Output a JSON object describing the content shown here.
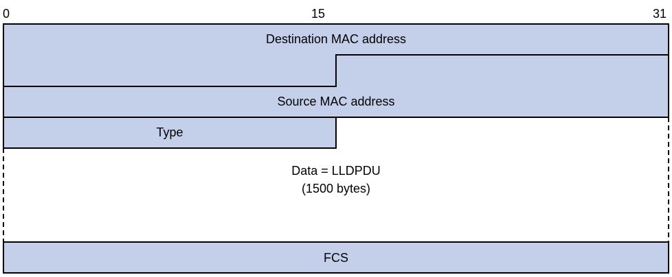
{
  "colors": {
    "field_fill": "#c4d0ea",
    "line": "#000000",
    "background": "#ffffff"
  },
  "bit_labels": {
    "start": "0",
    "middle": "15",
    "end": "31"
  },
  "fields": {
    "destination_mac": "Destination MAC address",
    "source_mac": "Source MAC address",
    "type": "Type",
    "data_line1": "Data = LLDPDU",
    "data_line2": "(1500 bytes)",
    "fcs": "FCS"
  }
}
